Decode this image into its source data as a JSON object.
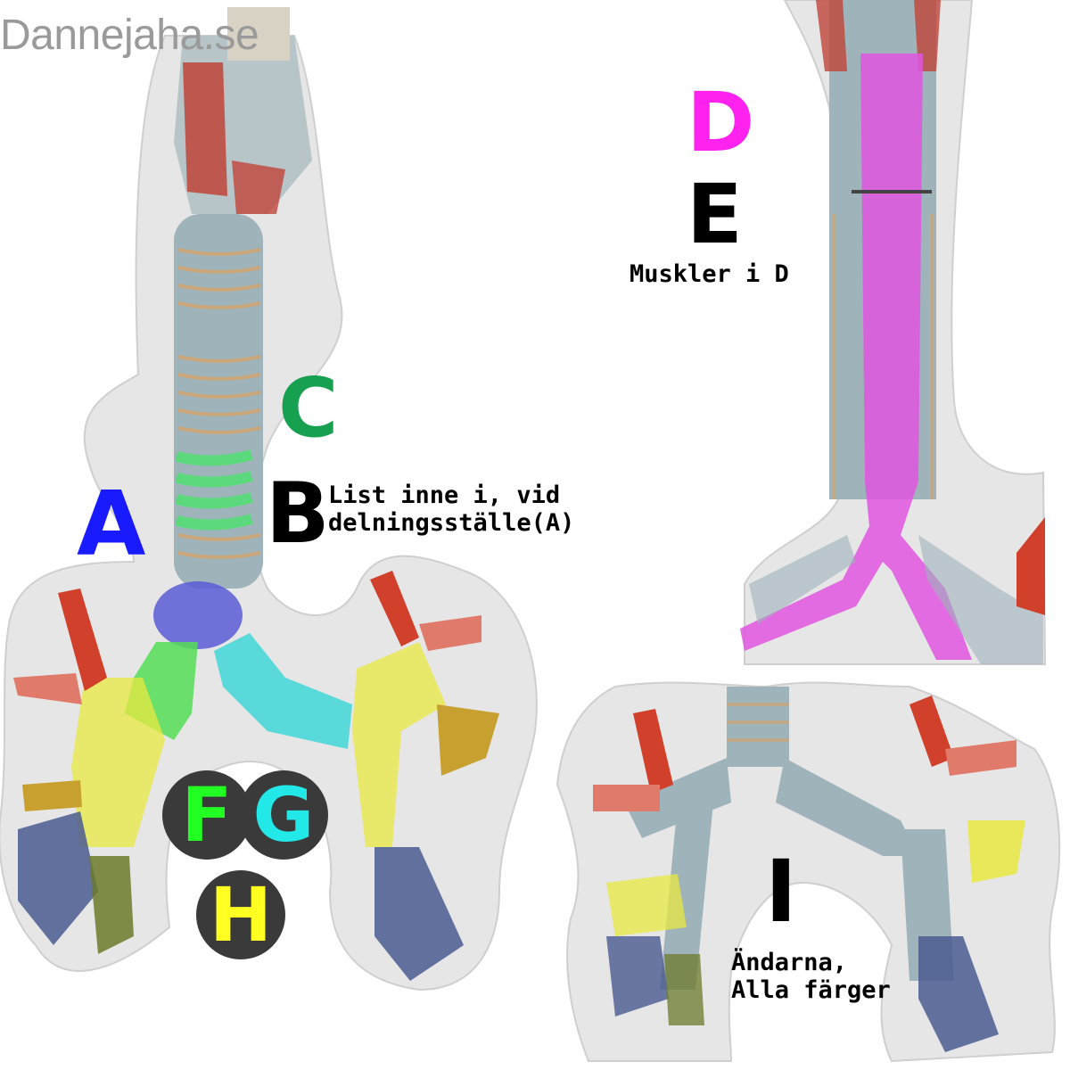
{
  "watermark": "Dannejaha.se",
  "labels": {
    "a": "A",
    "b": "B",
    "c": "C",
    "d": "D",
    "e": "E",
    "f": "F",
    "g": "G",
    "h": "H",
    "i": "I"
  },
  "notes": {
    "b_line1": "List inne i, vid",
    "b_line2": "delningsställe(A)",
    "e": "Muskler i D",
    "i_line1": "Ändarna,",
    "i_line2": "Alla färger"
  },
  "colors": {
    "a": "#1a1aff",
    "b": "#000000",
    "c": "#17a050",
    "d": "#ff22ee",
    "e": "#000000",
    "f": "#22ff22",
    "g": "#22e8e8",
    "h": "#ffff22",
    "i": "#000000",
    "badge": "#3a3a3a",
    "model_base": "#9fb3bb",
    "cartilage": "#c9a77a",
    "region_blue": "#5b5bd6",
    "region_green": "#55dd55",
    "region_cyan": "#40d6d6",
    "region_yellow": "#e8e840",
    "muscle_magenta": "#e055e0",
    "segment_red": "#d0402a",
    "segment_navy": "#4a5a90"
  }
}
